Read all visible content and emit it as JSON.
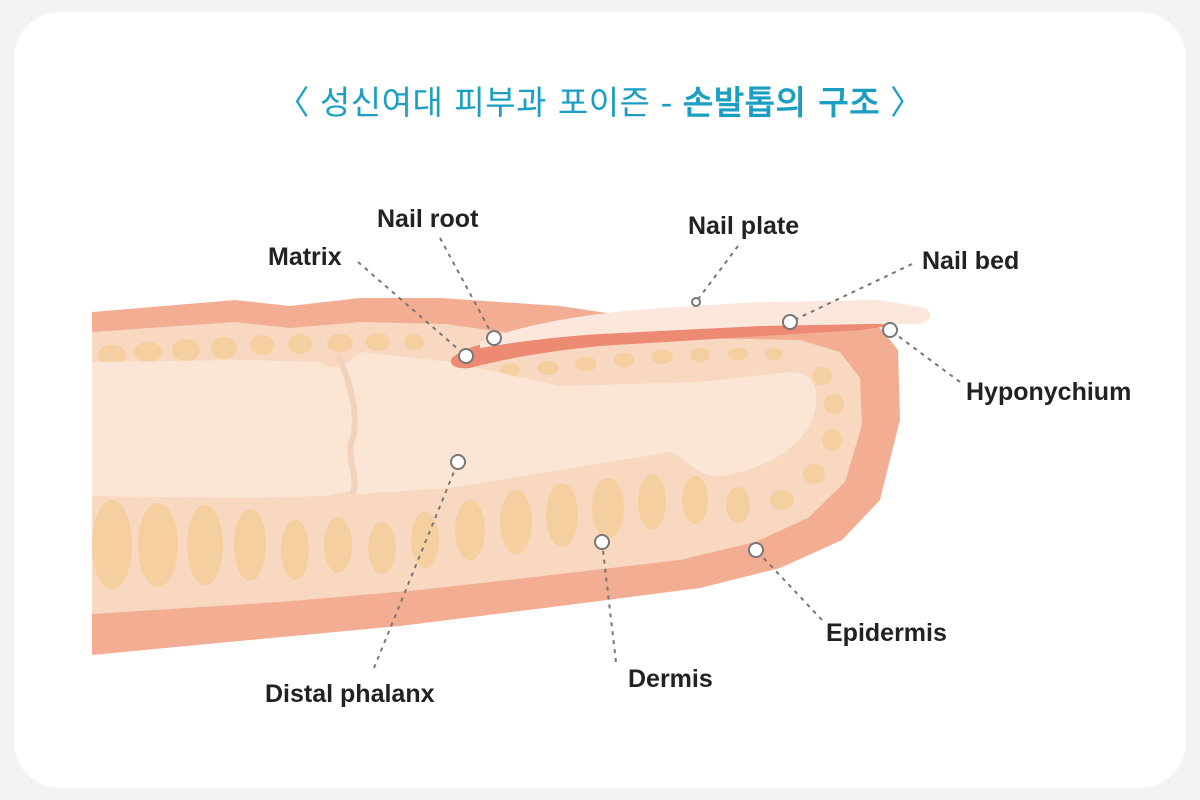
{
  "title": {
    "open_bracket": "〈",
    "prefix": "성신여대 피부과 포이즌",
    "dash": "-",
    "emphasis": "손발톱의 구조",
    "close_bracket": "〉"
  },
  "labels": {
    "nail_root": "Nail root",
    "matrix": "Matrix",
    "nail_plate": "Nail plate",
    "nail_bed": "Nail bed",
    "hyponychium": "Hyponychium",
    "epidermis": "Epidermis",
    "dermis": "Dermis",
    "distal_phalanx": "Distal phalanx"
  },
  "colors": {
    "accent": "#1a9fc2",
    "epidermis": "#f2ad92",
    "dermis": "#f8d8c0",
    "bone": "#fbe6d6",
    "fat": "#f5cf9f",
    "nail_plate": "#fbe7dc",
    "nail_bed": "#ec8a73",
    "leader": "#777777"
  }
}
